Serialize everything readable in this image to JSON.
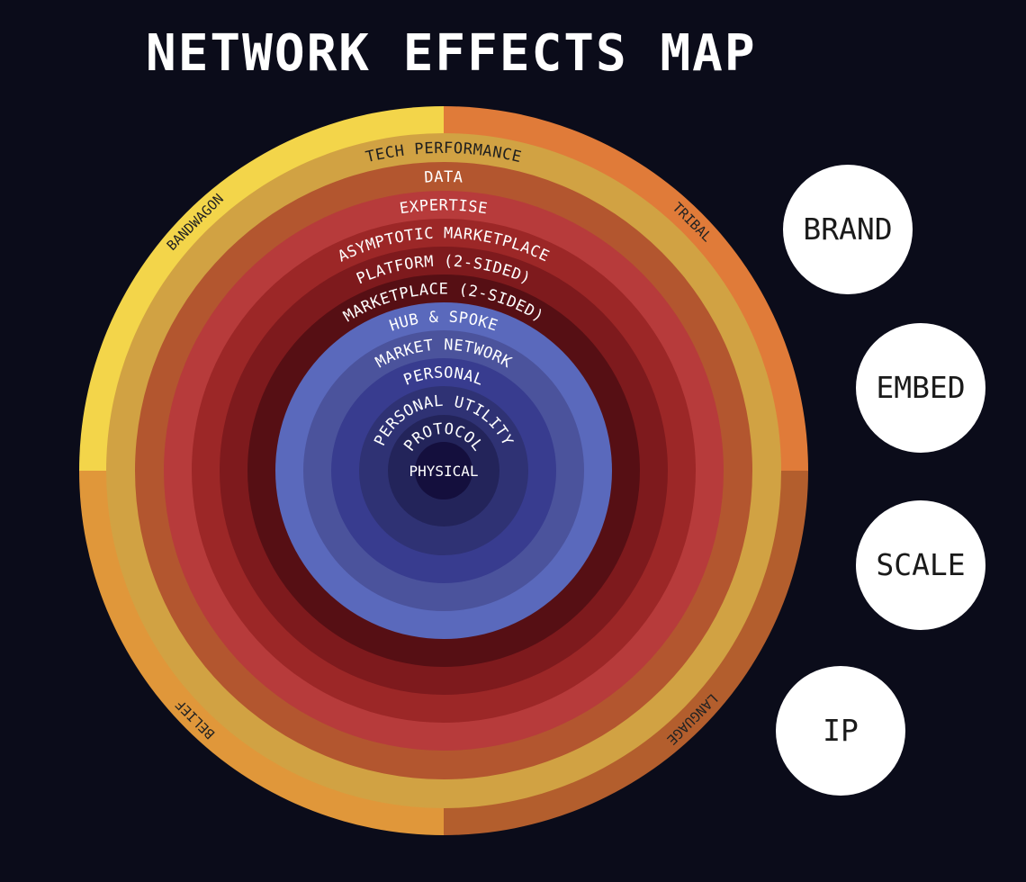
{
  "title": "NETWORK EFFECTS MAP",
  "quadrants": {
    "top_left": {
      "label": "BANDWAGON",
      "color": "#f3d54a",
      "text_color": "#222222"
    },
    "top_right": {
      "label": "TRIBAL",
      "color": "#e07b39",
      "text_color": "#222222"
    },
    "bottom_left": {
      "label": "BELIEF",
      "color": "#e0973a",
      "text_color": "#222222"
    },
    "bottom_right": {
      "label": "LANGUAGE",
      "color": "#b35e2d",
      "text_color": "#222222"
    }
  },
  "rings": [
    {
      "label": "TECH PERFORMANCE",
      "color": "#d1a243",
      "text_color": "#1f1f1f"
    },
    {
      "label": "DATA",
      "color": "#b3562f",
      "text_color": "#ffffff"
    },
    {
      "label": "EXPERTISE",
      "color": "#b73b3b",
      "text_color": "#ffffff"
    },
    {
      "label": "ASYMPTOTIC MARKETPLACE",
      "color": "#9c2727",
      "text_color": "#ffffff"
    },
    {
      "label": "PLATFORM (2-SIDED)",
      "color": "#7e1a1d",
      "text_color": "#ffffff"
    },
    {
      "label": "MARKETPLACE (2-SIDED)",
      "color": "#560f14",
      "text_color": "#ffffff"
    },
    {
      "label": "HUB & SPOKE",
      "color": "#5a69bc",
      "text_color": "#ffffff"
    },
    {
      "label": "MARKET NETWORK",
      "color": "#4b539c",
      "text_color": "#ffffff"
    },
    {
      "label": "PERSONAL",
      "color": "#383c8f",
      "text_color": "#ffffff"
    },
    {
      "label": "PERSONAL UTILITY",
      "color": "#2f3274",
      "text_color": "#ffffff"
    },
    {
      "label": "PROTOCOL",
      "color": "#23245a",
      "text_color": "#ffffff"
    },
    {
      "label": "PHYSICAL",
      "color": "#140f3d",
      "text_color": "#ffffff"
    }
  ],
  "badges": [
    {
      "label": "BRAND"
    },
    {
      "label": "EMBED"
    },
    {
      "label": "SCALE"
    },
    {
      "label": "IP"
    }
  ],
  "colors": {
    "background": "#0b0c1a",
    "title": "#ffffff",
    "badge_fill": "#ffffff",
    "badge_text": "#1a1a1a"
  }
}
